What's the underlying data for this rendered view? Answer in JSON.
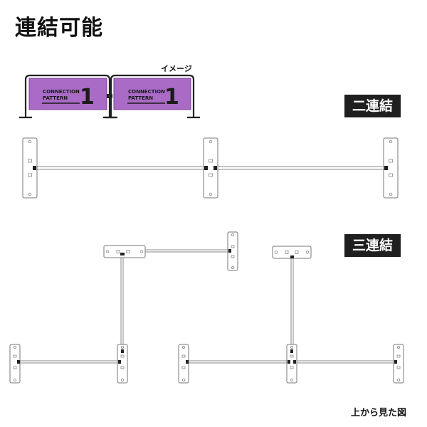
{
  "title": "連結可能",
  "image_label": "イメージ",
  "illustration": {
    "banner_line1": "CONNECTION",
    "banner_line2": "PATTERN",
    "banner_number": "1",
    "colors": {
      "banner": "#a96bc6",
      "frame": "#222222"
    }
  },
  "badges": {
    "two": "二連結",
    "three": "三連結"
  },
  "footer": "上から見た図"
}
